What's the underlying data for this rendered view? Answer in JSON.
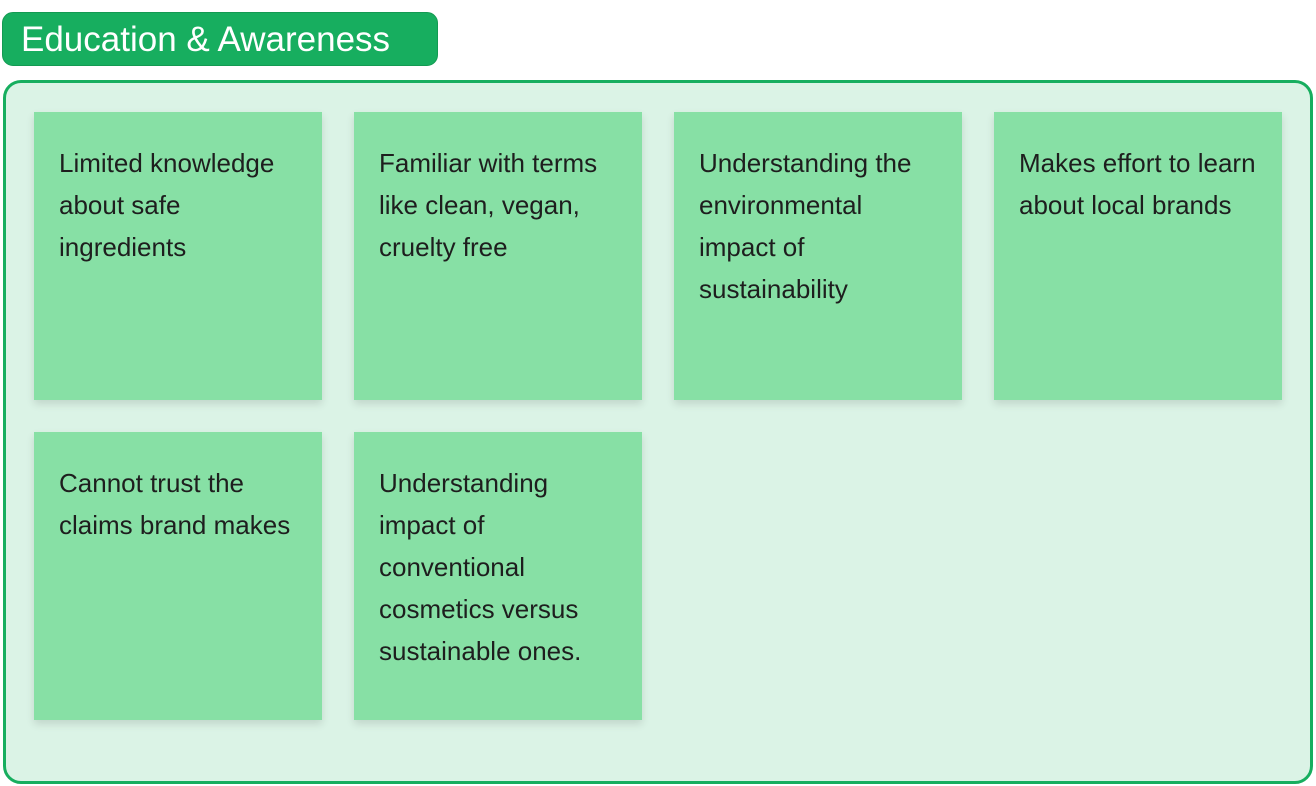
{
  "section": {
    "title": "Education & Awareness",
    "colors": {
      "accent": "#17ae5f",
      "background": "#dbf3e6",
      "sticky": "#87e0a5"
    },
    "stickies": [
      {
        "text": "Limited knowledge about safe ingredients"
      },
      {
        "text": "Familiar with terms like clean, vegan, cruelty free"
      },
      {
        "text": "Understanding the environmental impact of sustainability"
      },
      {
        "text": "Makes effort to learn about local brands"
      },
      {
        "text": "Cannot trust the claims brand makes"
      },
      {
        "text": "Understanding impact of conventional cosmetics versus sustainable ones."
      }
    ]
  }
}
